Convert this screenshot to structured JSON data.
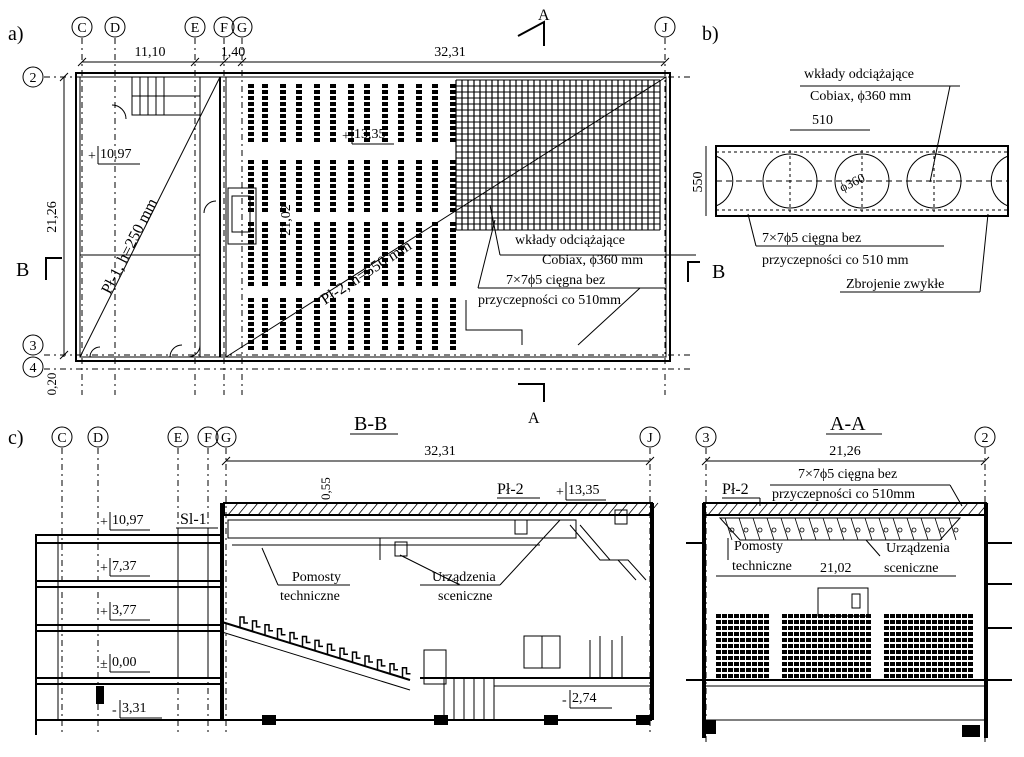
{
  "panels": {
    "a": "a)",
    "b": "b)",
    "c": "c)"
  },
  "axes": {
    "C": "C",
    "D": "D",
    "E": "E",
    "F": "F",
    "G": "G",
    "J": "J",
    "n2": "2",
    "n3": "3",
    "n4": "4"
  },
  "plan": {
    "dim_cd_e": "11,10",
    "dim_fg": "1,40",
    "dim_g_j": "32,31",
    "dim_vertical": "21,26",
    "dim_0_20": "0,20",
    "dim_inner": "21,02",
    "level_1097": "10,97",
    "level_1335": "13,35",
    "slab_1": "Pł-1, h=250 mm",
    "slab_2": "Pł-2, h=550 mm",
    "infill_1": "wkłady odciążające",
    "infill_2": "Cobiax, ϕ360 mm",
    "tendon_1": "7×7ϕ5 cięgna bez",
    "tendon_2": "przyczepności co 510mm",
    "cut_A": "A",
    "cut_B": "B"
  },
  "detail": {
    "infill_1": "wkłady odciążające",
    "infill_2": "Cobiax, ϕ360 mm",
    "dim_510": "510",
    "dim_550": "550",
    "dia": "ϕ360",
    "tendon_1": "7×7ϕ5 cięgna bez",
    "tendon_2": "przyczepności co 510 mm",
    "rebar": "Zbrojenie zwykłe"
  },
  "section_bb": {
    "title": "B-B",
    "dim": "32,31",
    "dim_055": "0,55",
    "slab": "Pł-2",
    "level_1335": "13,35",
    "level_1097": "10,97",
    "sl1": "Sl-1",
    "level_737": "7,37",
    "level_377": "3,77",
    "level_000": "0,00",
    "level_m331": "3,31",
    "level_m274": "2,74",
    "plus": "+",
    "pm": "±",
    "minus": "-",
    "pomosty_1": "Pomosty",
    "pomosty_2": "techniczne",
    "urz_1": "Urządzenia",
    "urz_2": "sceniczne"
  },
  "section_aa": {
    "title": "A-A",
    "dim": "21,26",
    "slab": "Pł-2",
    "tendon_1": "7×7ϕ5 cięgna bez",
    "tendon_2": "przyczepności co 510mm",
    "pomosty_1": "Pomosty",
    "pomosty_2": "techniczne",
    "urz_1": "Urządzenia",
    "urz_2": "sceniczne",
    "dim_inner": "21,02"
  }
}
